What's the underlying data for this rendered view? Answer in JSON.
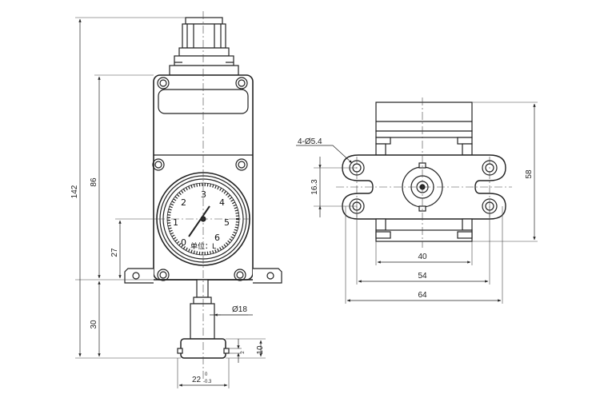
{
  "dimensions": {
    "front": {
      "overall_height": "142",
      "body_height": "86",
      "gauge_center_height": "27",
      "stem_height": "30",
      "stem_diameter": "Ø18",
      "base_width": "22",
      "base_tol_upper": "0",
      "base_tol_lower": "-0.3",
      "base_height": "10",
      "base_step": "2"
    },
    "side": {
      "hole_spec": "4-Ø5.4",
      "hole_pitch_vertical": "16.3",
      "overall_height": "58",
      "hole_spacing": "40",
      "flange_width": "54",
      "overall_width": "64"
    }
  },
  "gauge": {
    "numbers": [
      "0",
      "1",
      "2",
      "3",
      "4",
      "5",
      "6"
    ],
    "unit_label": "单位：L"
  },
  "colors": {
    "line": "#222222",
    "body_fill": "#ffffff",
    "dark_fill": "#333333"
  }
}
